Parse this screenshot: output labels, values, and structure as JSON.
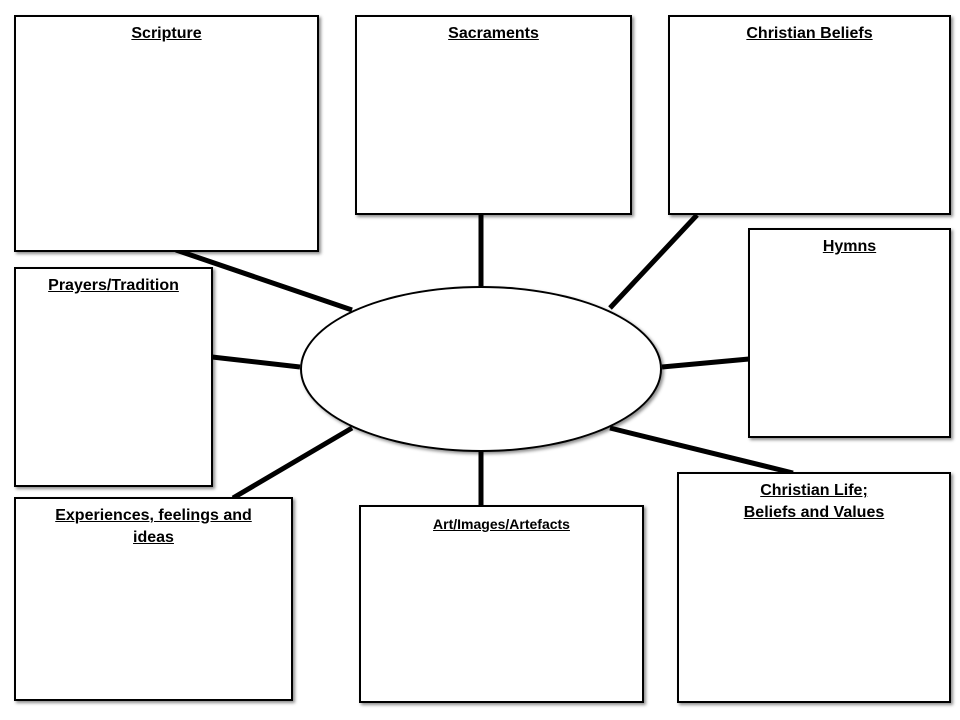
{
  "diagram": {
    "boxes": {
      "scripture": {
        "title": "Scripture"
      },
      "sacraments": {
        "title": "Sacraments"
      },
      "christian_beliefs": {
        "title": "Christian  Beliefs"
      },
      "hymns": {
        "title": "Hymns"
      },
      "prayers_tradition": {
        "title": "Prayers/Tradition"
      },
      "experiences": {
        "title_line1": "Experiences, feelings and",
        "title_line2": "ideas"
      },
      "art_images_artefacts": {
        "title": "Art/Images/Artefacts"
      },
      "christian_life": {
        "title_line1": "Christian  Life;",
        "title_line2": "Beliefs and  Values"
      }
    },
    "center_label": ""
  }
}
